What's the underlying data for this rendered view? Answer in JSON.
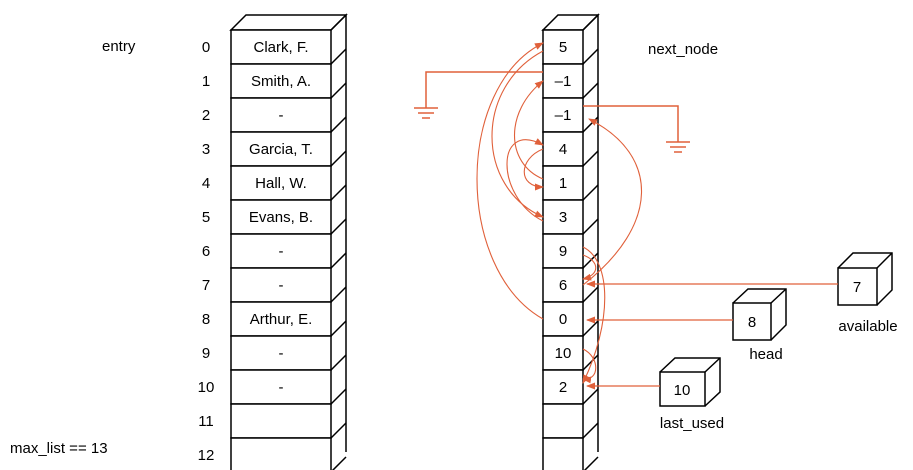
{
  "labels": {
    "entry": "entry",
    "next_node": "next_node",
    "max_list": "max_list == 13",
    "available": "available",
    "head": "head",
    "last_used": "last_used"
  },
  "indices": [
    "0",
    "1",
    "2",
    "3",
    "4",
    "5",
    "6",
    "7",
    "8",
    "9",
    "10",
    "11",
    "12"
  ],
  "entry": [
    "Clark, F.",
    "Smith, A.",
    "-",
    "Garcia, T.",
    "Hall, W.",
    "Evans, B.",
    "-",
    "-",
    "Arthur, E.",
    "-",
    "-",
    "",
    ""
  ],
  "next_node": [
    "5",
    "–1",
    "–1",
    "4",
    "1",
    "3",
    "9",
    "6",
    "0",
    "10",
    "2",
    "",
    ""
  ],
  "pointers": {
    "available": "7",
    "head": "8",
    "last_used": "10"
  },
  "colors": {
    "arrow": "#e0603a",
    "line": "#000000"
  }
}
